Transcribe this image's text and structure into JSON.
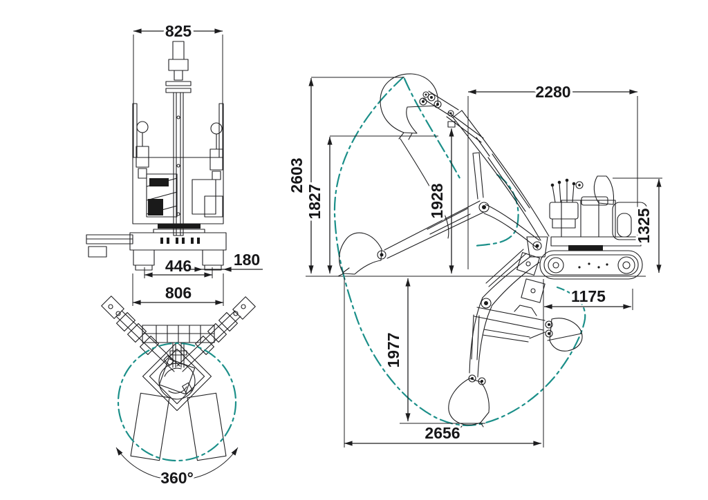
{
  "colors": {
    "line": "#1d1d1f",
    "accent": "#1b8f89",
    "background": "#ffffff"
  },
  "front_view": {
    "dims": {
      "upper_width": "825",
      "track_center_span": "446",
      "track_width": "180",
      "overall_width": "806"
    }
  },
  "top_view": {
    "rotation": "360°"
  },
  "side_view": {
    "dims": {
      "reach_top": "2280",
      "max_height": "2603",
      "dump_height": "1827",
      "pin_height": "1928",
      "overall_height": "1325",
      "track_length": "1175",
      "dig_depth": "1977",
      "reach_ground": "2656"
    }
  }
}
